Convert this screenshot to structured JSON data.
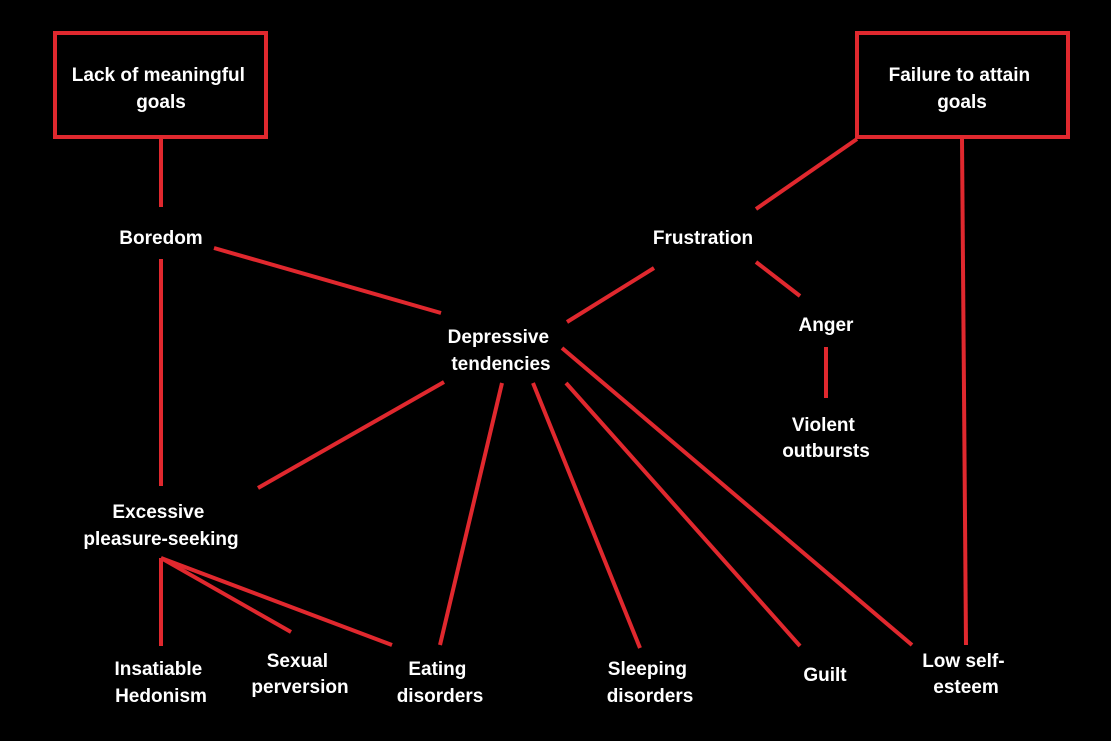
{
  "diagram": {
    "colors": {
      "background": "#000000",
      "edge": "#e0282e",
      "text": "#ffffff"
    },
    "nodes": {
      "lack_goals": {
        "line1": "Lack of meaningful",
        "line2": "goals"
      },
      "failure_goals": {
        "line1": "Failure to attain",
        "line2": "goals"
      },
      "boredom": {
        "line1": "Boredom"
      },
      "frustration": {
        "line1": "Frustration"
      },
      "depressive": {
        "line1": "Depressive",
        "line2": "tendencies"
      },
      "anger": {
        "line1": "Anger"
      },
      "violent": {
        "line1": "Violent",
        "line2": "outbursts"
      },
      "excessive": {
        "line1": "Excessive",
        "line2": "pleasure-seeking"
      },
      "insatiable": {
        "line1": "Insatiable",
        "line2": "Hedonism"
      },
      "sexual": {
        "line1": "Sexual",
        "line2": "perversion"
      },
      "eating": {
        "line1": "Eating",
        "line2": "disorders"
      },
      "sleeping": {
        "line1": "Sleeping",
        "line2": "disorders"
      },
      "guilt": {
        "line1": "Guilt"
      },
      "low_esteem": {
        "line1": "Low self-",
        "line2": "esteem"
      }
    }
  }
}
